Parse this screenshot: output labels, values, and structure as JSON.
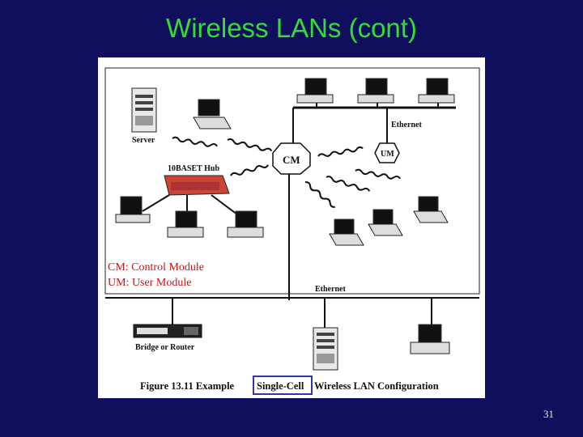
{
  "slide": {
    "title": "Wireless LANs (cont)",
    "page_number": "31"
  },
  "legend": {
    "cm": "CM: Control Module",
    "um": "UM: User Module"
  },
  "diagram": {
    "server": "Server",
    "hub": "10BASET Hub",
    "cm_node": "CM",
    "um_node": "UM",
    "ethernet_top": "Ethernet",
    "ethernet_bottom": "Ethernet",
    "bridge": "Bridge or Router",
    "caption_prefix": "Figure 13.11   Example",
    "caption_highlight": "Single-Cell",
    "caption_suffix": "Wireless LAN Configuration"
  },
  "colors": {
    "background": "#0f0f5e",
    "title": "#33dd33",
    "legend": "#cc1111",
    "highlight_box": "#3333aa"
  }
}
